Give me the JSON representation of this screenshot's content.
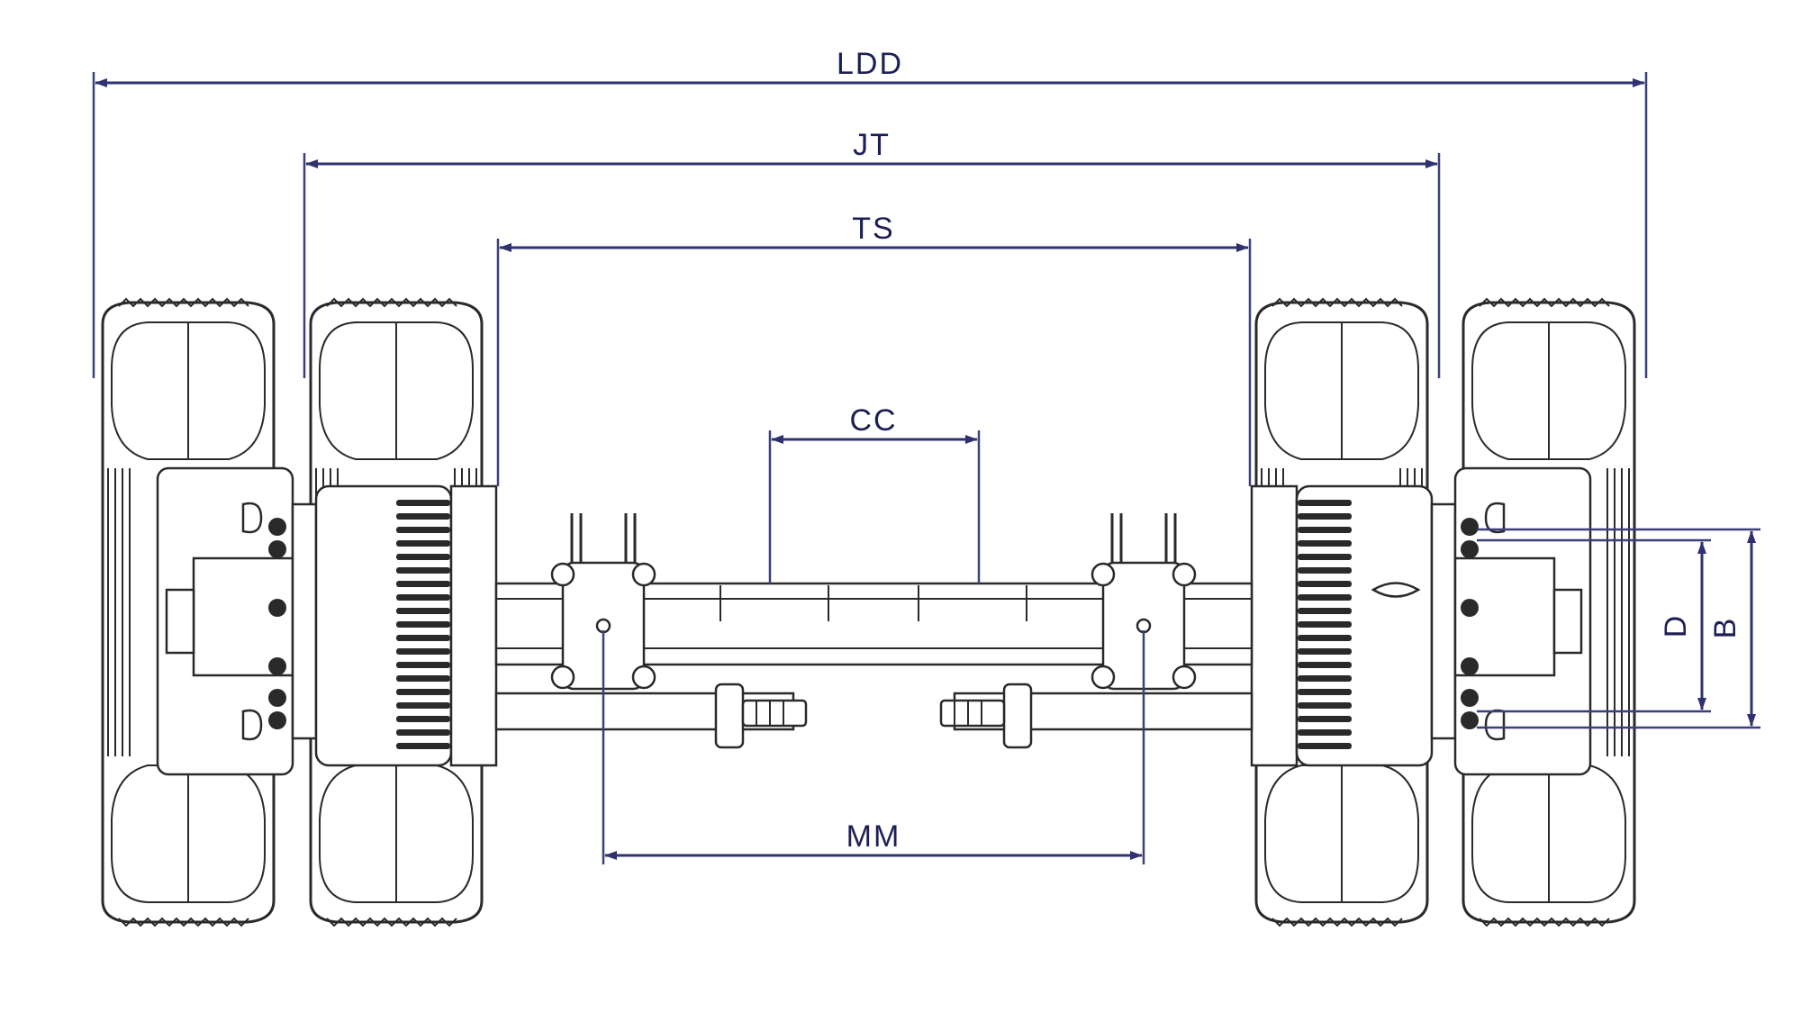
{
  "diagram": {
    "dimensions": {
      "ldd": "LDD",
      "jt": "JT",
      "ts": "TS",
      "cc": "CC",
      "mm": "MM",
      "d": "D",
      "b": "B"
    }
  }
}
